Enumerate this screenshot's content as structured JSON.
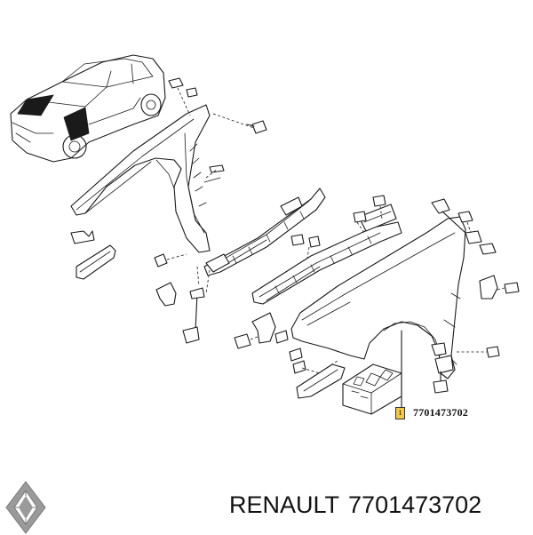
{
  "diagram": {
    "callout": {
      "index": "1",
      "part_number": "7701473702"
    }
  },
  "footer": {
    "brand": "RENAULT",
    "part_number": "7701473702"
  },
  "colors": {
    "line": "#1a1a1a",
    "callout_marker": "#f2c84b",
    "logo_fill": "#9a9a9a",
    "background": "#ffffff"
  },
  "icons": [
    "renault-logo"
  ]
}
